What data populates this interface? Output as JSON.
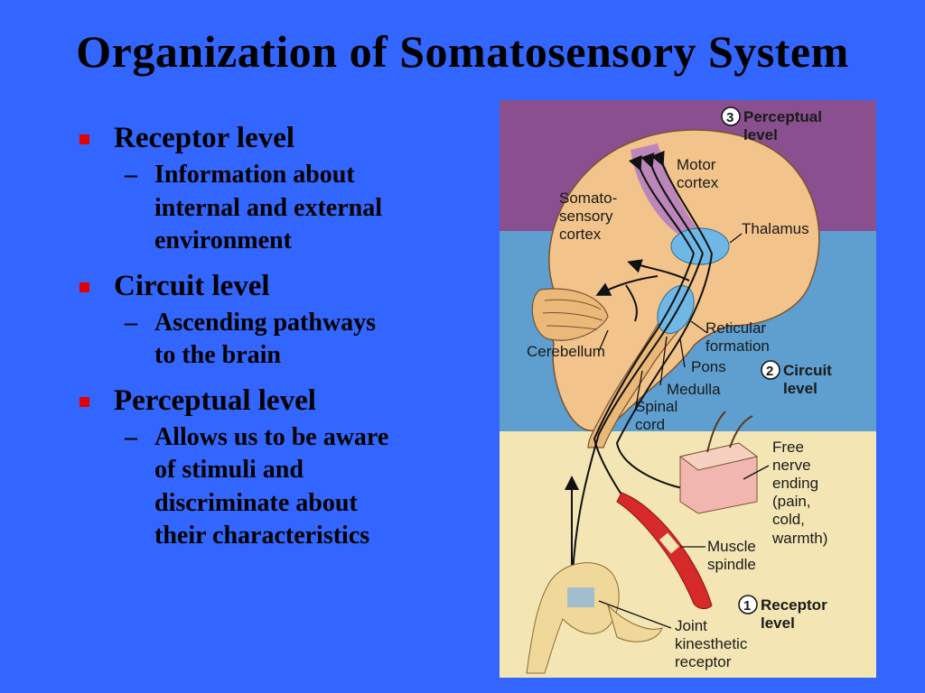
{
  "title": "Organization of Somatosensory System",
  "bullets": [
    {
      "label": "Receptor level",
      "sub": [
        "Information about",
        "internal and external",
        "environment"
      ]
    },
    {
      "label": "Circuit level",
      "sub": [
        "Ascending pathways",
        "to the brain"
      ]
    },
    {
      "label": "Perceptual level",
      "sub": [
        "Allows us to be aware",
        "of stimuli and",
        "discriminate about",
        "their characteristics"
      ]
    }
  ],
  "dash": "–",
  "figure": {
    "levels": {
      "perceptual": {
        "num": "3",
        "line1": "Perceptual",
        "line2": "level"
      },
      "circuit": {
        "num": "2",
        "line1": "Circuit",
        "line2": "level"
      },
      "receptor": {
        "num": "1",
        "line1": "Receptor",
        "line2": "level"
      }
    },
    "labels": {
      "motor1": "Motor",
      "motor2": "cortex",
      "soma1": "Somato-",
      "soma2": "sensory",
      "soma3": "cortex",
      "thalamus": "Thalamus",
      "ret1": "Reticular",
      "ret2": "formation",
      "cerebellum": "Cerebellum",
      "pons": "Pons",
      "medulla": "Medulla",
      "spinal1": "Spinal",
      "spinal2": "cord",
      "free1": "Free",
      "free2": "nerve",
      "free3": "ending",
      "free4": "(pain,",
      "free5": "cold,",
      "free6": "warmth)",
      "muscle1": "Muscle",
      "muscle2": "spindle",
      "joint1": "Joint",
      "joint2": "kinesthetic",
      "joint3": "receptor"
    },
    "colors": {
      "perceptual_band": "#8a4f8e",
      "circuit_band": "#5e9fd0",
      "receptor_band": "#f3e6b4",
      "brain": "#f2c48b",
      "thalamus": "#6fb8e6",
      "muscle": "#d62a2a",
      "skin": "#f2b6b0"
    }
  }
}
